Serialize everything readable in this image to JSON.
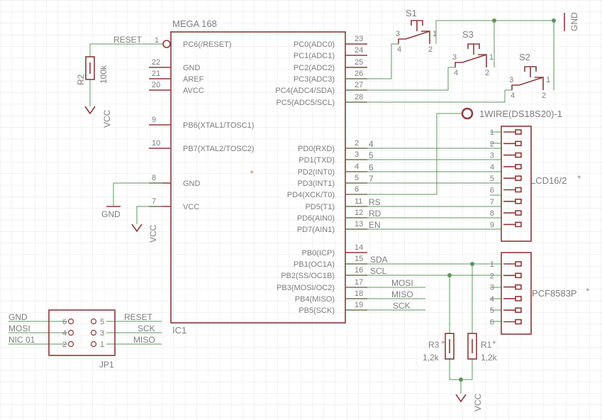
{
  "ic": {
    "title": "MEGA 168",
    "ref": "IC1",
    "left_pins": [
      {
        "num": "1",
        "name": "PC6(/RESET)"
      },
      {
        "num": "22",
        "name": "GND"
      },
      {
        "num": "21",
        "name": "AREF"
      },
      {
        "num": "20",
        "name": "AVCC"
      },
      {
        "num": "9",
        "name": "PB6(XTAL1/TOSC1)"
      },
      {
        "num": "10",
        "name": "PB7(XTAL2/TOSC2)"
      },
      {
        "num": "8",
        "name": "GND"
      },
      {
        "num": "7",
        "name": "VCC"
      }
    ],
    "right_pins": [
      {
        "num": "23",
        "name": "PC0(ADC0)"
      },
      {
        "num": "24",
        "name": "PC1(ADC1)"
      },
      {
        "num": "25",
        "name": "PC2(ADC2)"
      },
      {
        "num": "26",
        "name": "PC3(ADC3)"
      },
      {
        "num": "27",
        "name": "PC4(ADC4/SDA)"
      },
      {
        "num": "28",
        "name": "PC5(ADC5/SCL)"
      },
      {
        "num": "2",
        "name": "PD0(RXD)"
      },
      {
        "num": "3",
        "name": "PD1(TXD)"
      },
      {
        "num": "4",
        "name": "PD2(INT0)"
      },
      {
        "num": "5",
        "name": "PD3(INT1)"
      },
      {
        "num": "6",
        "name": "PD4(XCK/T0)"
      },
      {
        "num": "11",
        "name": "PD5(T1)"
      },
      {
        "num": "12",
        "name": "PD6(AIN0)"
      },
      {
        "num": "13",
        "name": "PD7(AIN1)"
      },
      {
        "num": "14",
        "name": "PB0(ICP)"
      },
      {
        "num": "15",
        "name": "PB1(OC1A)"
      },
      {
        "num": "16",
        "name": "PB2(SS/OC1B)"
      },
      {
        "num": "17",
        "name": "PB3(MOSI/OC2)"
      },
      {
        "num": "18",
        "name": "PB4(MISO)"
      },
      {
        "num": "19",
        "name": "PB5(SCK)"
      }
    ]
  },
  "net_labels": {
    "reset": "RESET",
    "gnd": "GND",
    "vcc": "VCC",
    "gnd_top": "GND",
    "onewire": "1WIRE(DS18S20)-1"
  },
  "wire_labels": [
    "4",
    "5",
    "6",
    "7",
    "RS",
    "RD",
    "EN",
    "SDA",
    "SCL",
    "MOSI",
    "MISO",
    "SCK"
  ],
  "r2": {
    "ref": "R2",
    "value": "100k"
  },
  "r3": {
    "ref": "R3",
    "value": "1,2k"
  },
  "r1": {
    "ref": "R1",
    "value": "1,2k"
  },
  "switches": [
    {
      "ref": "S1"
    },
    {
      "ref": "S3"
    },
    {
      "ref": "S2"
    }
  ],
  "switch_pins": [
    "1",
    "2",
    "3",
    "4"
  ],
  "lcd": {
    "ref": "LCD16/2",
    "pins": [
      "1",
      "2",
      "3",
      "4",
      "5",
      "6",
      "7",
      "8",
      "9"
    ]
  },
  "pcf": {
    "ref": "PCF8583P",
    "pins": [
      "1",
      "2",
      "3",
      "4",
      "5",
      "6"
    ]
  },
  "jp1": {
    "ref": "JP1",
    "left_labels": [
      "GND",
      "MOSI",
      "NIC 01"
    ],
    "right_labels": [
      "RESET",
      "SCK",
      "MISO"
    ],
    "pin_nums": [
      "6",
      "5",
      "4",
      "3",
      "2",
      "1"
    ]
  },
  "colors": {
    "part": "#8b3a3a",
    "wire": "#5e945e",
    "grid": "#e4e4e4",
    "text": "#7d7d7d"
  }
}
